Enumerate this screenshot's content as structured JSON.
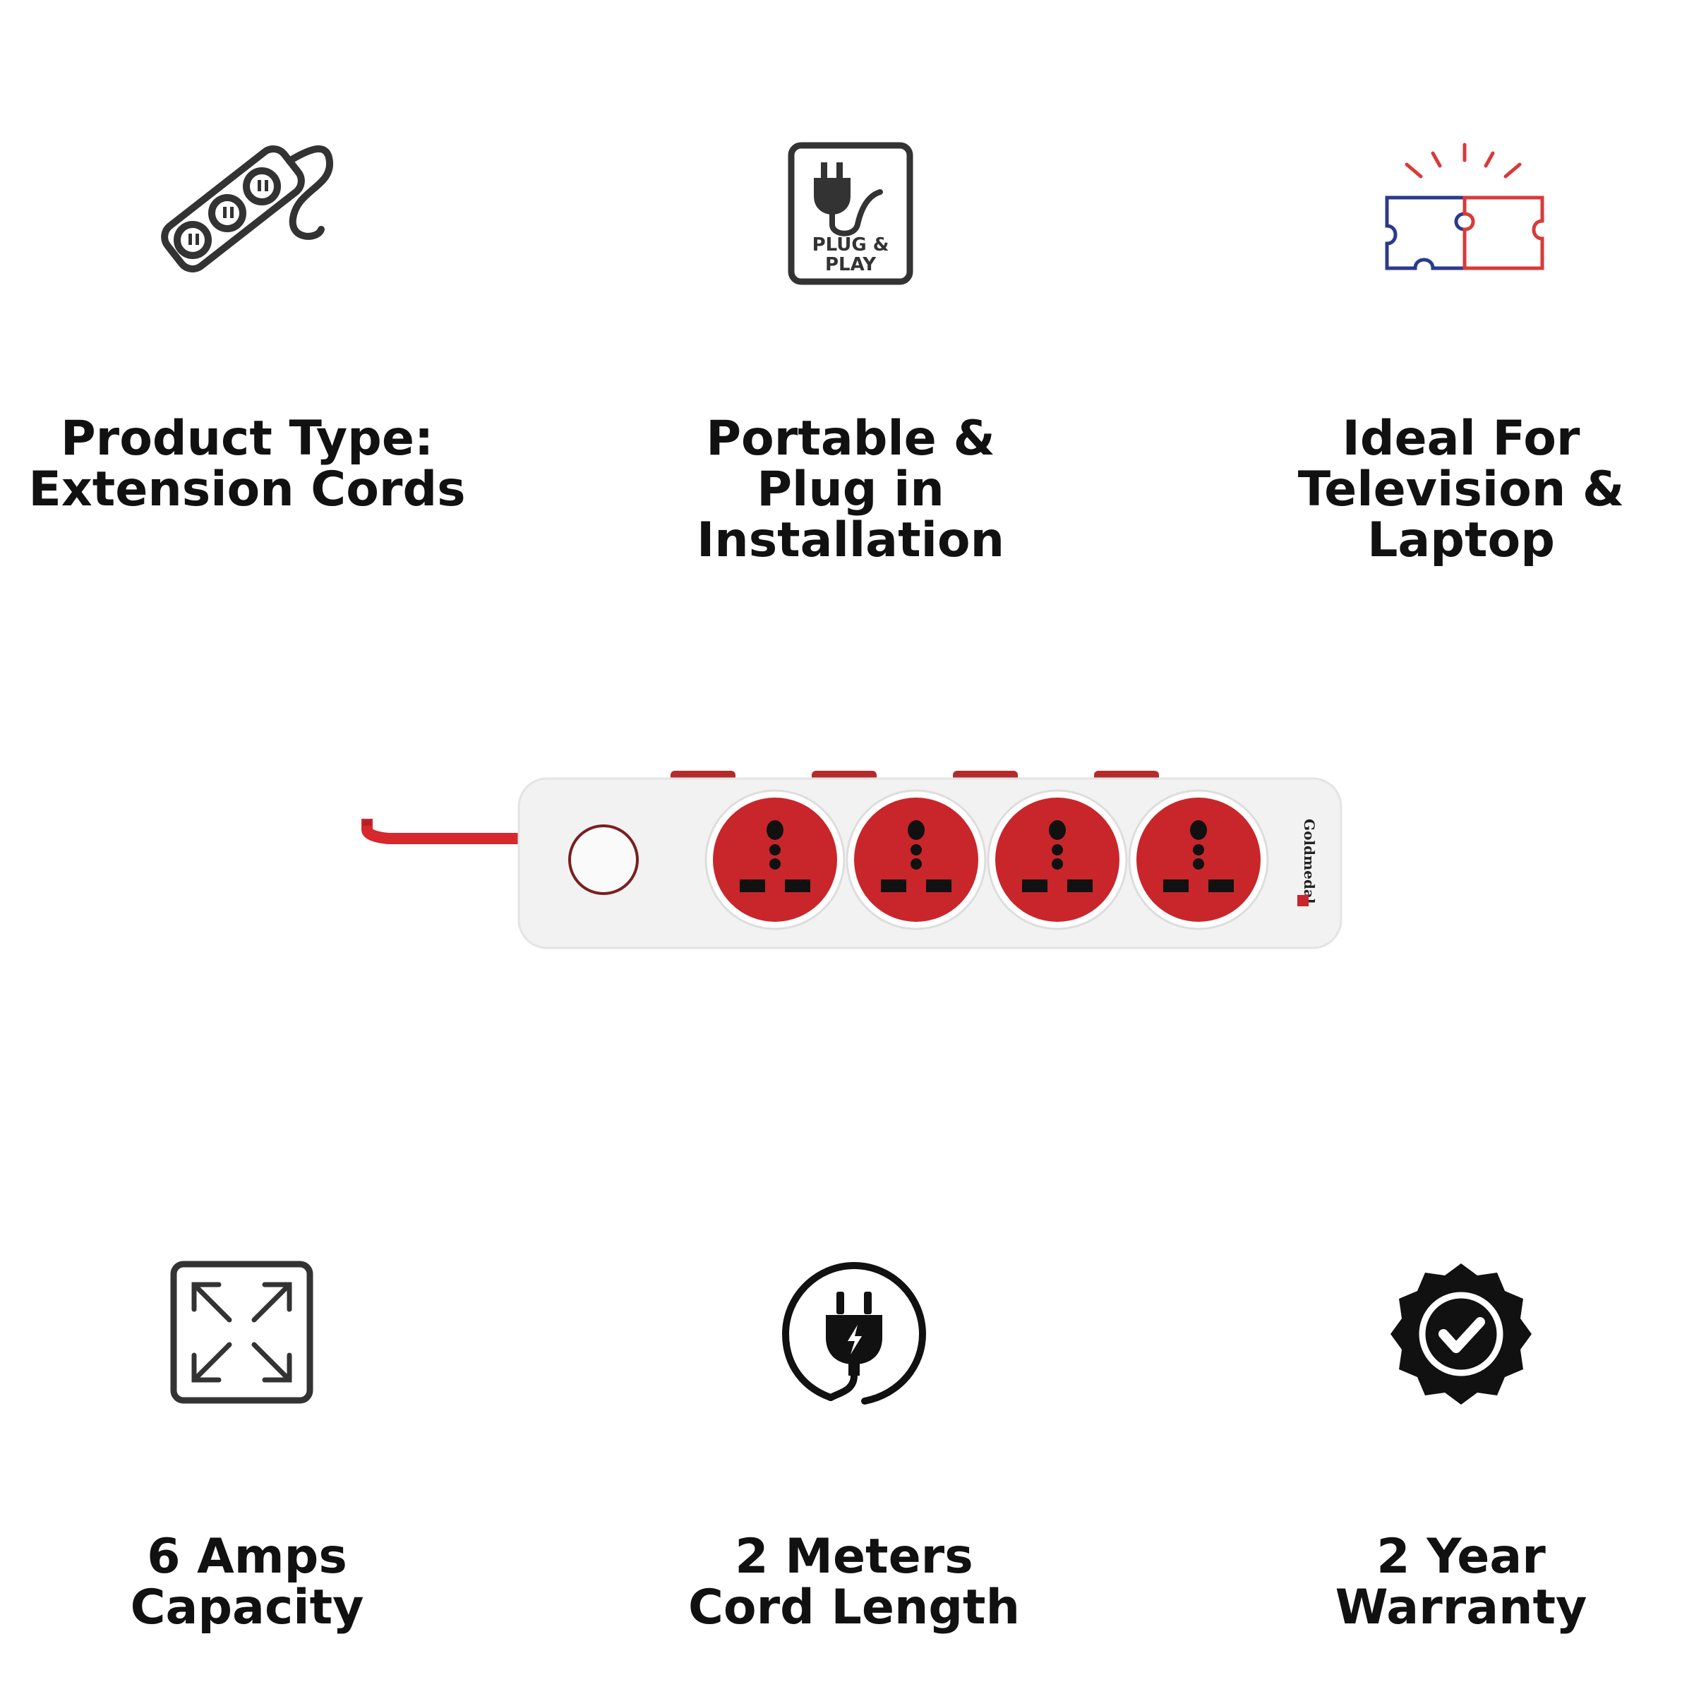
{
  "features": [
    {
      "icon": "extension-cord-icon",
      "lines": [
        "Product Type:",
        "Extension Cords"
      ]
    },
    {
      "icon": "plug-and-play-icon",
      "icon_text": [
        "PLUG &",
        "PLAY"
      ],
      "lines": [
        "Portable &",
        "Plug in",
        "Installation"
      ]
    },
    {
      "icon": "puzzle-compatibility-icon",
      "lines": [
        "Ideal For",
        "Television &",
        "Laptop"
      ]
    },
    {
      "icon": "expand-arrows-icon",
      "lines": [
        "6 Amps",
        "Capacity"
      ]
    },
    {
      "icon": "plug-cord-icon",
      "lines": [
        "2 Meters",
        "Cord Length"
      ]
    },
    {
      "icon": "warranty-badge-icon",
      "lines": [
        "2 Year",
        "Warranty"
      ]
    }
  ],
  "product": {
    "brand": "Goldmedal",
    "socket_count": 4,
    "colors": {
      "body": "#f2f2f2",
      "socket": "#c8262b",
      "cord": "#d6282d",
      "indicator": "#b52a2a"
    }
  },
  "colors": {
    "icon_dark": "#333333",
    "puzzle_blue": "#2b3a8c",
    "puzzle_red": "#d93a3a"
  }
}
